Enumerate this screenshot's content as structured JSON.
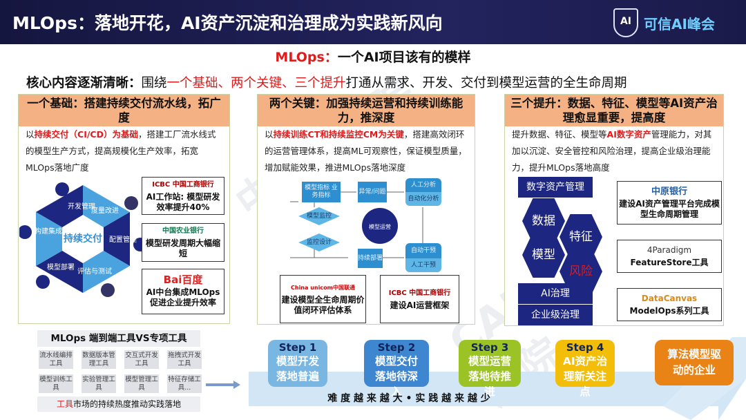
{
  "header": {
    "title": "MLOps：落地开花，AI资产沉淀和治理成为实践新风向",
    "logo_text": "可信AI峰会",
    "logo_mark": "AI"
  },
  "subtitle": {
    "prefix": "MLOps：",
    "rest": "一个AI项目该有的模样"
  },
  "core": {
    "lead": "核心内容逐渐清晰：",
    "pre": "围绕",
    "highlight": "一个基础、两个关键、三个提升",
    "post": "打通从需求、开发、交付到模型运营的全生命周期"
  },
  "panel1": {
    "title": "一个基础：搭建持续交付流水线，拓广度",
    "text_pre": "以",
    "text_hl": "持续交付（CI/CD）为基础",
    "text_post": "，搭建工厂流水线式的模型生产方式，提高规模化生产效率，拓宽MLOps落地广度",
    "cycle_center": "持续交付",
    "cycle_items": [
      "开发管理",
      "度量改进",
      "配置管理",
      "评估与测试",
      "模型部署",
      "构建集成"
    ],
    "cases": [
      {
        "logo": "ICBC 中国工商银行",
        "text": "AI工作站: 模型研发效率提升40%"
      },
      {
        "logo": "中国农业银行",
        "text": "模型研发周期大幅缩短"
      },
      {
        "logo": "Bai百度",
        "text": "AI中台集成MLOps促进企业提升效率"
      }
    ]
  },
  "panel2": {
    "title": "两个关键：加强持续运营和持续训练能力，推深度",
    "text_pre": "以",
    "text_hl": "持续训练CT和持续监控CM为关键",
    "text_post": "，搭建高效闭环的运营管理体系，提高ML可观察性，保证模型质量，增加赋能效果，推进MLOps落地深度",
    "flow": {
      "metrics": "模型指标 业务指标",
      "anomaly": "异常/问题",
      "analysis_top": "人工分析",
      "analysis_bottom": "自动化分析",
      "monitor": "模型监控",
      "design": "监控设计",
      "center": "模型运营",
      "deploy": "持续部署",
      "intervene_top": "自动干预",
      "intervene_bottom": "人工干预"
    },
    "cases": [
      {
        "logo": "China unicom中国联通",
        "text": "建设模型全生命周期价值闭环评估体系"
      },
      {
        "logo": "ICBC 中国工商银行",
        "text": "建设AI运营框架"
      }
    ]
  },
  "panel3": {
    "title": "三个提升：数据、特征、模型等AI资产治理愈显重要，提高度",
    "text_pre": "提升数据、特征、模型等",
    "text_hl": "AI数字资产",
    "text_post": "管理能力，对其加以沉淀、安全管控和风险治理，提高企业级治理能力，提升MLOps落地高度",
    "stack_top": "数字资产管理",
    "hexes": [
      "数据",
      "特征",
      "模型",
      "风险"
    ],
    "stack_bottom": [
      "AI治理",
      "企业级治理"
    ],
    "cases": [
      {
        "logo": "中原银行",
        "text": "建设AI资产管理平台完成模型生命周期管理"
      },
      {
        "logo": "4Paradigm",
        "text": "FeatureStore工具"
      },
      {
        "logo": "DataCanvas",
        "text": "ModelOps系列工具"
      }
    ]
  },
  "tools": {
    "title": "MLOps 端到端工具VS专项工具",
    "items": [
      "流水线编排工具",
      "数据版本管理工具",
      "交互式开发工具",
      "拖拽式开发工具",
      "模型训练工具",
      "实验管理工具",
      "模型管理工具",
      "特征存储工具..."
    ],
    "footer_hl": "工具",
    "footer_rest": "市场的持续热度推动实践落地"
  },
  "steps": [
    {
      "step": "Step 1",
      "text": "模型开发落地普遍",
      "color": "#7ab6e2"
    },
    {
      "step": "Step 2",
      "text": "模型交付落地待深入",
      "color": "#3e86cf"
    },
    {
      "step": "Step 3",
      "text": "模型运营落地待推进",
      "color": "#9bc326"
    },
    {
      "step": "Step 4",
      "text": "AI资产治理新关注点",
      "color": "#f3be0a"
    }
  ],
  "final": {
    "text": "算法模型驱动的企业",
    "color": "#e98316"
  },
  "band_text": "难 度 越 来 越 大 • 实 践 越 来 越 少",
  "watermark": "CAICT 中国信通院"
}
